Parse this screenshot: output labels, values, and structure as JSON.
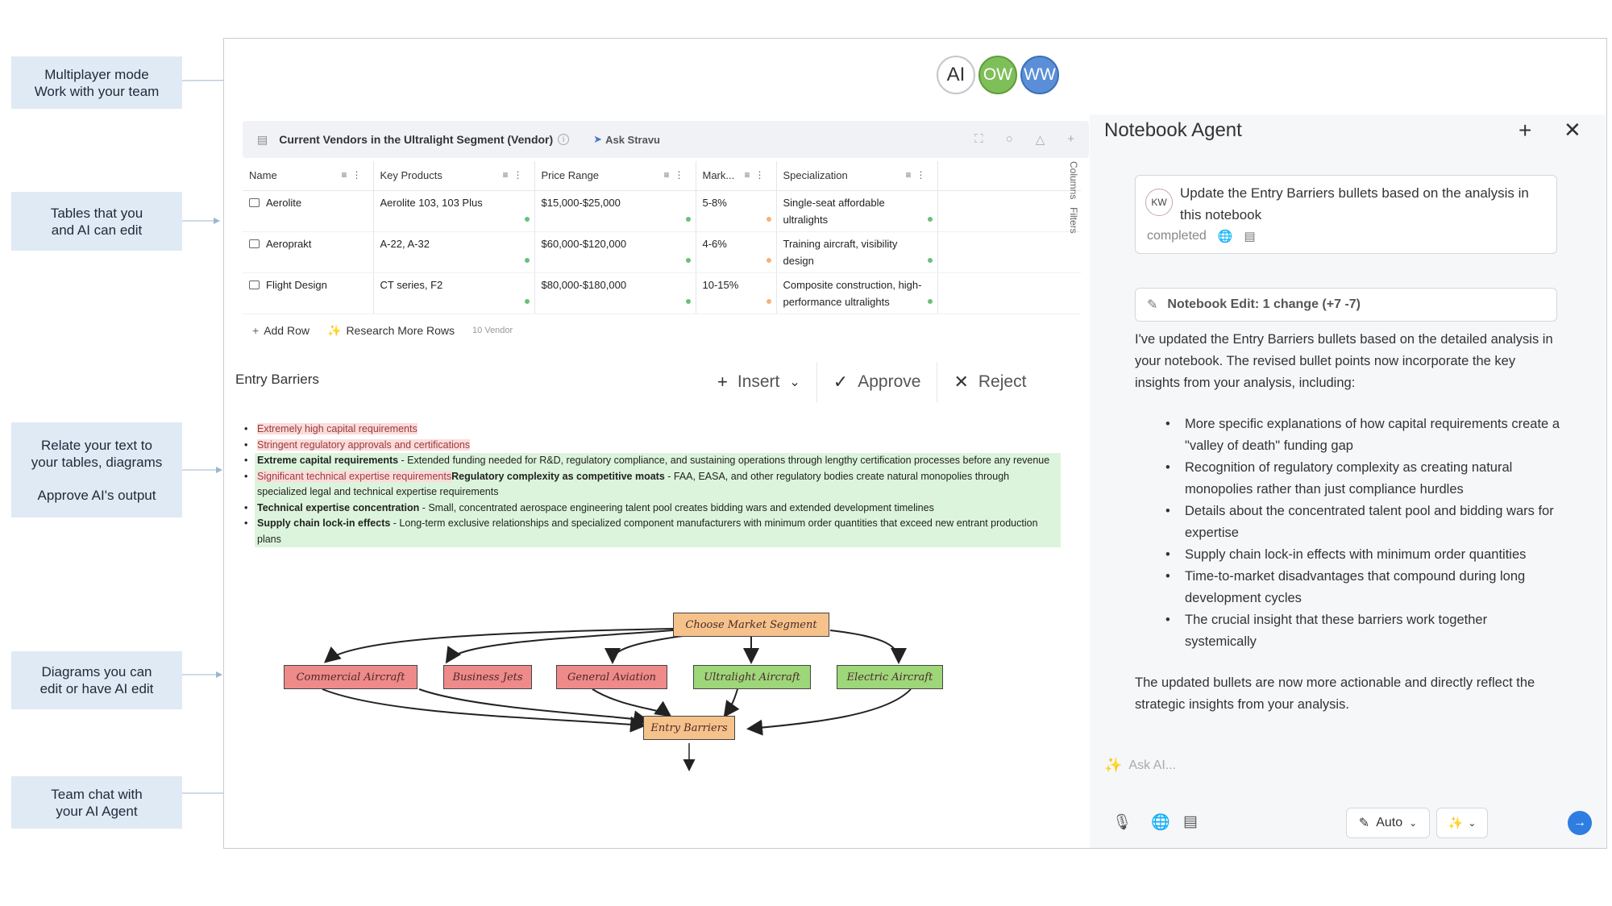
{
  "callouts": [
    {
      "lines": [
        "Multiplayer mode",
        "Work with your team"
      ]
    },
    {
      "lines": [
        "Tables that you",
        "and AI can edit"
      ]
    },
    {
      "lines": [
        "Relate  your text to",
        "your tables, diagrams"
      ],
      "extra": "Approve AI's output"
    },
    {
      "lines": [
        "Diagrams you can",
        "edit or have AI edit"
      ]
    },
    {
      "lines": [
        "Team chat with",
        "your AI Agent"
      ]
    }
  ],
  "avatars": [
    "AI",
    "OW",
    "WW"
  ],
  "table": {
    "title": "Current Vendors in the Ultralight Segment (Vendor)",
    "ask_label": "Ask Stravu",
    "columns": [
      "Name",
      "Key Products",
      "Price Range",
      "Mark...",
      "Specialization"
    ],
    "rows": [
      {
        "name": "Aerolite",
        "products": "Aerolite 103, 103 Plus",
        "price": "$15,000-$25,000",
        "market": "5-8%",
        "spec": "Single-seat affordable ultralights"
      },
      {
        "name": "Aeroprakt",
        "products": "A-22, A-32",
        "price": "$60,000-$120,000",
        "market": "4-6%",
        "spec": "Training aircraft, visibility design"
      },
      {
        "name": "Flight Design",
        "products": "CT series, F2",
        "price": "$80,000-$180,000",
        "market": "10-15%",
        "spec": "Composite construction, high-performance ultralights"
      }
    ],
    "side_columns": "Columns",
    "side_filters": "Filters",
    "add_row": "Add Row",
    "research_rows": "Research More Rows",
    "row_count": "10 Vendor"
  },
  "entry": {
    "title": "Entry Barriers",
    "insert": "Insert",
    "approve": "Approve",
    "reject": "Reject",
    "del1": "Extremely high capital requirements",
    "del2": "Stringent regulatory approvals and certifications",
    "b3_bold": "Extreme capital requirements",
    "b3_text": " - Extended funding needed for R&D, regulatory compliance, and sustaining operations through lengthy certification processes before any revenue",
    "b4_del": "Significant technical expertise requirements",
    "b4_bold": "Regulatory complexity as competitive moats",
    "b4_text": " - FAA, EASA, and other regulatory bodies create natural monopolies through specialized legal and technical expertise requirements",
    "b5_bold": "Technical expertise concentration",
    "b5_text": " - Small, concentrated aerospace engineering talent pool creates bidding wars and extended development timelines",
    "b6_bold": "Supply chain lock-in effects",
    "b6_text": " - Long-term exclusive relationships and specialized component manufacturers with minimum order quantities that exceed new entrant production plans"
  },
  "diagram": {
    "root": "Choose Market Segment",
    "segments": [
      "Commercial Aircraft",
      "Business Jets",
      "General Aviation",
      "Ultralight Aircraft",
      "Electric Aircraft"
    ],
    "sink": "Entry Barriers"
  },
  "agent": {
    "title": "Notebook Agent",
    "user_initials": "KW",
    "user_message": "Update the Entry Barriers bullets based on the analysis in this notebook",
    "status": "completed",
    "edit_summary": "Notebook Edit: 1 change (+7 -7)",
    "reply_intro": "I've updated the Entry Barriers bullets based on the detailed analysis in your notebook. The revised bullet points now incorporate the key insights from your analysis, including:",
    "reply_bullets": [
      "More specific explanations of how capital requirements create a \"valley of death\" funding gap",
      "Recognition of regulatory complexity as creating natural monopolies rather than just compliance hurdles",
      "Details about the concentrated talent pool and bidding wars for expertise",
      "Supply chain lock-in effects with minimum order quantities",
      "Time-to-market disadvantages that compound during long development cycles",
      "The crucial insight that these barriers work together systemically"
    ],
    "reply_outro": "The updated bullets are now more actionable and directly reflect the strategic insights from your analysis.",
    "ask_placeholder": "Ask AI...",
    "mode_label": "Auto"
  },
  "colors": {
    "accent": "#2f7de1",
    "callout_bg": "#dfeaf5",
    "deleted": "#fbdcdc",
    "inserted": "#dcf4dc"
  }
}
